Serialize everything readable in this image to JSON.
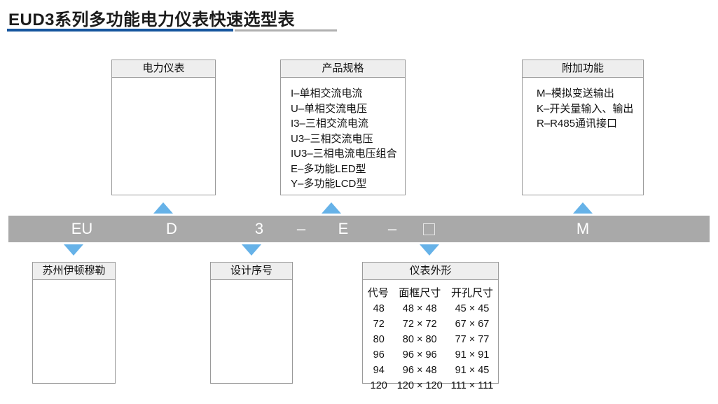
{
  "page": {
    "title": "EUD3系列多功能电力仪表快速选型表",
    "accent_blue": "#15559e",
    "accent_arrow": "#66b2e8",
    "bar_gray": "#a9a9a9",
    "header_gray": "#eeeeee"
  },
  "top_boxes": [
    {
      "id": "meter",
      "header": "电力仪表",
      "items": []
    },
    {
      "id": "spec",
      "header": "产品规格",
      "items": [
        "I–单相交流电流",
        "U–单相交流电压",
        "I3–三相交流电流",
        "U3–三相交流电压",
        "IU3–三相电流电压组合",
        "E–多功能LED型",
        "Y–多功能LCD型"
      ]
    },
    {
      "id": "extra",
      "header": "附加功能",
      "items": [
        "M–模拟变送输出",
        "K–开关量输入、输出",
        "R–R485通讯接口"
      ]
    }
  ],
  "code_bar": {
    "segments": [
      {
        "text": "EU",
        "type": "text"
      },
      {
        "text": "D",
        "type": "text"
      },
      {
        "text": "3",
        "type": "text"
      },
      {
        "text": "–",
        "type": "text"
      },
      {
        "text": "E",
        "type": "text"
      },
      {
        "text": "–",
        "type": "text"
      },
      {
        "text": "",
        "type": "placeholder-square"
      },
      {
        "text": "M",
        "type": "text"
      }
    ]
  },
  "bottom_boxes": [
    {
      "id": "brand",
      "header": "苏州伊顿穆勒",
      "items": []
    },
    {
      "id": "design",
      "header": "设计序号",
      "items": []
    },
    {
      "id": "shape",
      "header": "仪表外形",
      "table": {
        "columns": [
          "代号",
          "面框尺寸",
          "开孔尺寸"
        ],
        "rows": [
          [
            "48",
            "48 × 48",
            "45 × 45"
          ],
          [
            "72",
            "72 × 72",
            "67 × 67"
          ],
          [
            "80",
            "80 × 80",
            "77 × 77"
          ],
          [
            "96",
            "96 × 96",
            "91 × 91"
          ],
          [
            "94",
            "96 × 48",
            "91 × 45"
          ],
          [
            "120",
            "120 × 120",
            "111 × 111"
          ]
        ]
      }
    }
  ]
}
